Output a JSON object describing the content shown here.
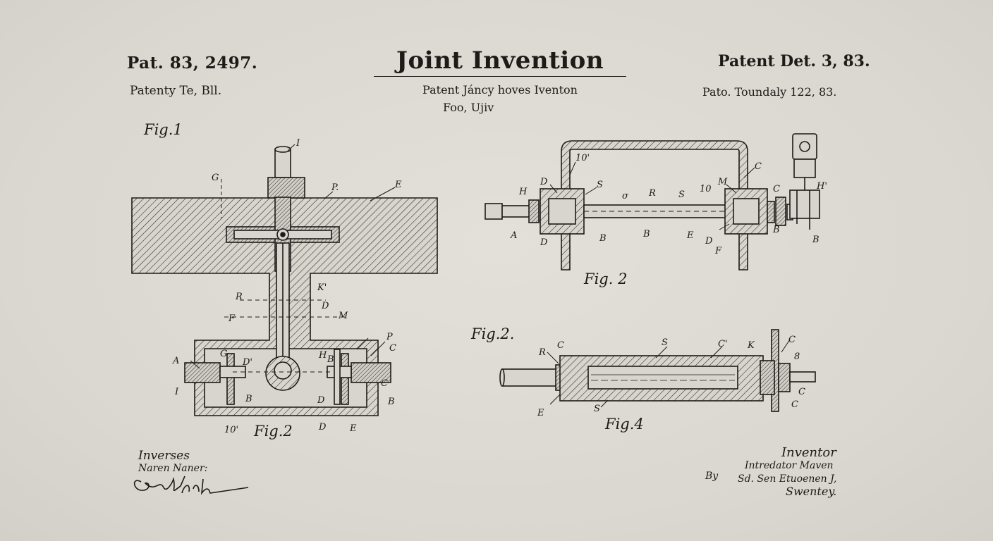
{
  "header": {
    "title": "Joint Invention",
    "subtitle": "Patent Jáncy hoves Iventon",
    "subtitle2": "Foo, Ujiv",
    "patent_left": "Pat. 83, 2497.",
    "patent_left_sub": "Patenty Te, Bll.",
    "patent_right": "Patent Det. 3, 83.",
    "patent_right_sub": "Pato. Toundaly 122, 83."
  },
  "figures": {
    "fig1": {
      "label": "Fig.1",
      "refs": [
        "I",
        "G",
        "P.",
        "E",
        "R",
        "K'",
        "D",
        "F",
        "M",
        "A",
        "I",
        "G",
        "D'",
        "B",
        "H",
        "B",
        "D",
        "C",
        "B",
        "P",
        "C",
        "10'",
        "D",
        "E"
      ]
    },
    "fig2_bottom_label": "Fig.2",
    "fig2_top": {
      "label": "Fig. 2",
      "refs": [
        "10'",
        "D",
        "S",
        "H",
        "A",
        "D",
        "B",
        "σ",
        "R",
        "S",
        "B",
        "E",
        "D",
        "10",
        "M",
        "C",
        "C",
        "H'",
        "B",
        "F",
        "B"
      ]
    },
    "fig2_mid": {
      "label": "Fig.2.",
      "refs": [
        "R",
        "C",
        "S",
        "C'",
        "K",
        "C",
        "8",
        "E",
        "S",
        "C",
        "C"
      ]
    },
    "fig4": {
      "label": "Fig.4"
    }
  },
  "witnesses": {
    "heading": "Inverses",
    "name": "Naren Naner:",
    "signature_text": "Ca. H. Willen"
  },
  "inventor": {
    "heading": "Inventor",
    "name": "Intredator Maven",
    "by_label": "By",
    "by": "Sd. Sen Etuoenen J,",
    "attorney": "Swentey."
  },
  "colors": {
    "paper": "#dcdad2",
    "ink": "#1d1b18"
  }
}
